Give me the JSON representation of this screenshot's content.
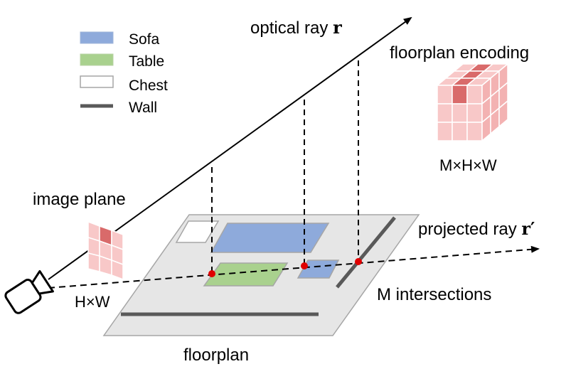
{
  "legend": {
    "items": [
      {
        "label": "Sofa",
        "color": "#8eaadb"
      },
      {
        "label": "Table",
        "color": "#a9d18e"
      },
      {
        "label": "Chest",
        "color": "#ffffff"
      },
      {
        "label": "Wall",
        "color": "#595959"
      }
    ]
  },
  "labels": {
    "optical_ray_prefix": "optical ray ",
    "optical_ray_symbol": "r",
    "projected_ray_prefix": "projected ray ",
    "projected_ray_symbol": "r′",
    "floorplan_encoding": "floorplan encoding",
    "encoding_dims": "M×H×W",
    "image_plane": "image plane",
    "image_dims": "H×W",
    "intersections": "M intersections",
    "floorplan": "floorplan"
  },
  "colors": {
    "floor": "#e6e6e6",
    "floor_stroke": "#a6a6a6",
    "wall": "#595959",
    "intersection": "#e00000",
    "cell_light": "#f8c8c8",
    "cell_dark": "#d96a6a"
  },
  "icons": {
    "camera": "camera-icon"
  }
}
